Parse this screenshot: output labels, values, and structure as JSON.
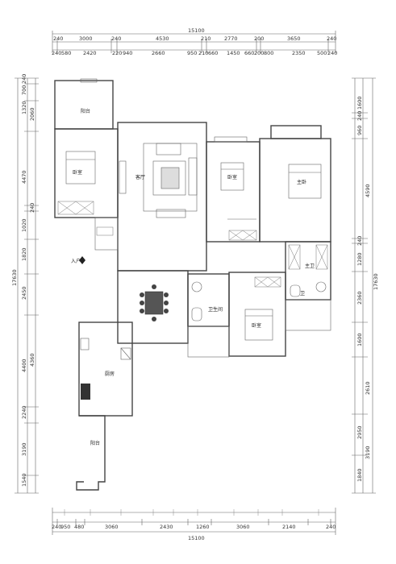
{
  "top_dims": {
    "total": "15100",
    "row1": [
      "240",
      "3000",
      "240",
      "4530",
      "210",
      "2770",
      "200",
      "3650",
      "240"
    ],
    "row2": [
      "240",
      "580",
      "2420",
      "220",
      "940",
      "2660",
      "950",
      "210",
      "660",
      "1450",
      "660",
      "200",
      "800",
      "2350",
      "500",
      "240"
    ]
  },
  "bottom_dims": {
    "total": "15100",
    "row1": [
      "240",
      "950",
      "480",
      "3060",
      "2430",
      "1260",
      "3060",
      "2140",
      "240"
    ]
  },
  "left_dims": {
    "total": "17630",
    "segments": [
      "240",
      "700",
      "1320",
      "2060",
      "4470",
      "240",
      "1020",
      "1820",
      "2450",
      "4360",
      "4400",
      "2240",
      "3190",
      "1540"
    ]
  },
  "right_dims": {
    "total": "17630",
    "segments": [
      "1600",
      "240",
      "960",
      "4590",
      "240",
      "1280",
      "2360",
      "1600",
      "2610",
      "2950",
      "3190",
      "1840"
    ]
  },
  "rooms": [
    {
      "id": "balcony-1",
      "label": "阳台"
    },
    {
      "id": "living",
      "label": "客厅"
    },
    {
      "id": "bedroom-1",
      "label": "卧室"
    },
    {
      "id": "bedroom-2",
      "label": "卧室"
    },
    {
      "id": "master",
      "label": "主卧"
    },
    {
      "id": "bath-1",
      "label": "卫生间"
    },
    {
      "id": "bath-2",
      "label": "主卫"
    },
    {
      "id": "bedroom-3",
      "label": "卧室"
    },
    {
      "id": "kitchen",
      "label": "厨房"
    },
    {
      "id": "balcony-2",
      "label": "阳台"
    },
    {
      "id": "bath-3",
      "label": "卫"
    }
  ],
  "entrance": "入户"
}
